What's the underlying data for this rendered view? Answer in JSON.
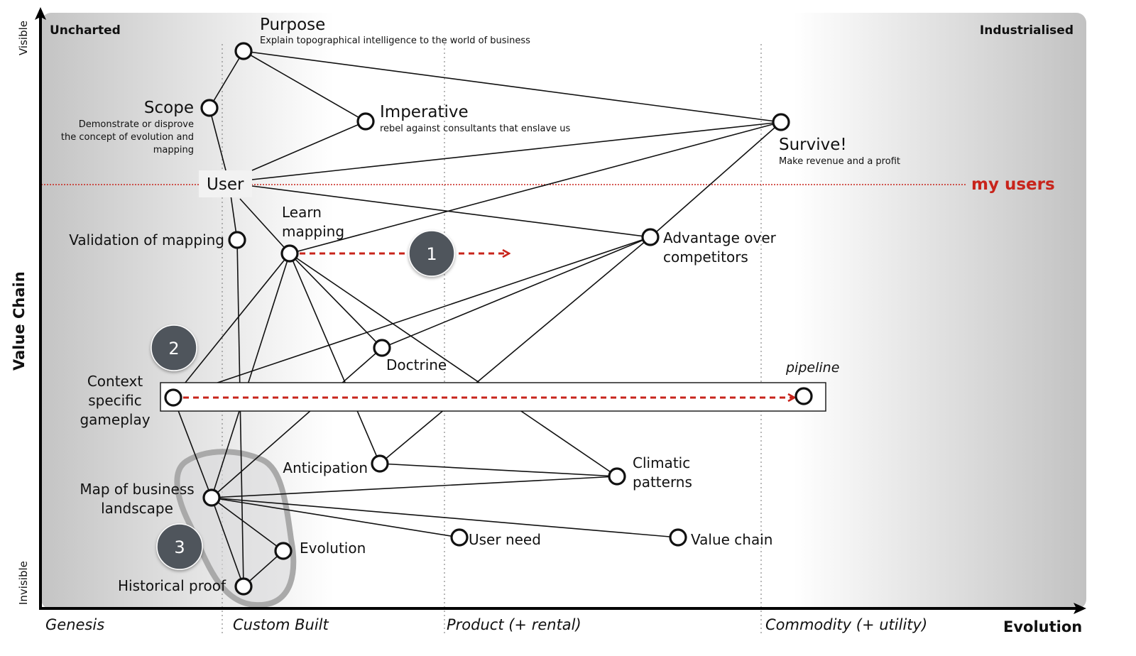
{
  "title": "Wardley Map",
  "axes": {
    "y_title": "Value Chain",
    "y_top": "Visible",
    "y_bottom": "Invisible",
    "x_title": "Evolution",
    "stages": [
      "Genesis",
      "Custom Built",
      "Product (+ rental)",
      "Commodity (+ utility)"
    ],
    "corner_left": "Uncharted",
    "corner_right": "Industrialised"
  },
  "user_line": {
    "label": "my users",
    "color": "#c8241b"
  },
  "anchor": {
    "label": "User"
  },
  "nodes": [
    {
      "id": "purpose",
      "label": "Purpose",
      "sub": "Explain topographical intelligence to the world of business"
    },
    {
      "id": "scope",
      "label": "Scope",
      "sub": [
        "Demonstrate or disprove",
        "the concept of evolution and",
        "mapping"
      ]
    },
    {
      "id": "imperative",
      "label": "Imperative",
      "sub": "rebel against consultants that enslave us"
    },
    {
      "id": "survive",
      "label": "Survive!",
      "sub": "Make revenue and a profit"
    },
    {
      "id": "validation",
      "label": "Validation of mapping"
    },
    {
      "id": "learn",
      "label": [
        "Learn",
        "mapping"
      ]
    },
    {
      "id": "advantage",
      "label": [
        "Advantage over",
        "competitors"
      ]
    },
    {
      "id": "doctrine",
      "label": "Doctrine"
    },
    {
      "id": "context",
      "label": [
        "Context",
        "specific",
        "gameplay"
      ]
    },
    {
      "id": "pipeline_end",
      "label": "pipeline"
    },
    {
      "id": "anticipation",
      "label": "Anticipation"
    },
    {
      "id": "climatic",
      "label": [
        "Climatic",
        "patterns"
      ]
    },
    {
      "id": "mapbiz",
      "label": [
        "Map of business",
        "landscape"
      ]
    },
    {
      "id": "evolution",
      "label": "Evolution"
    },
    {
      "id": "userneed",
      "label": "User need"
    },
    {
      "id": "valuechain",
      "label": "Value chain"
    },
    {
      "id": "historical",
      "label": "Historical proof"
    }
  ],
  "badges": [
    "1",
    "2",
    "3"
  ],
  "colors": {
    "arrow": "#c8241b",
    "badge": "#50555c",
    "cluster": "#a9a9a9"
  }
}
